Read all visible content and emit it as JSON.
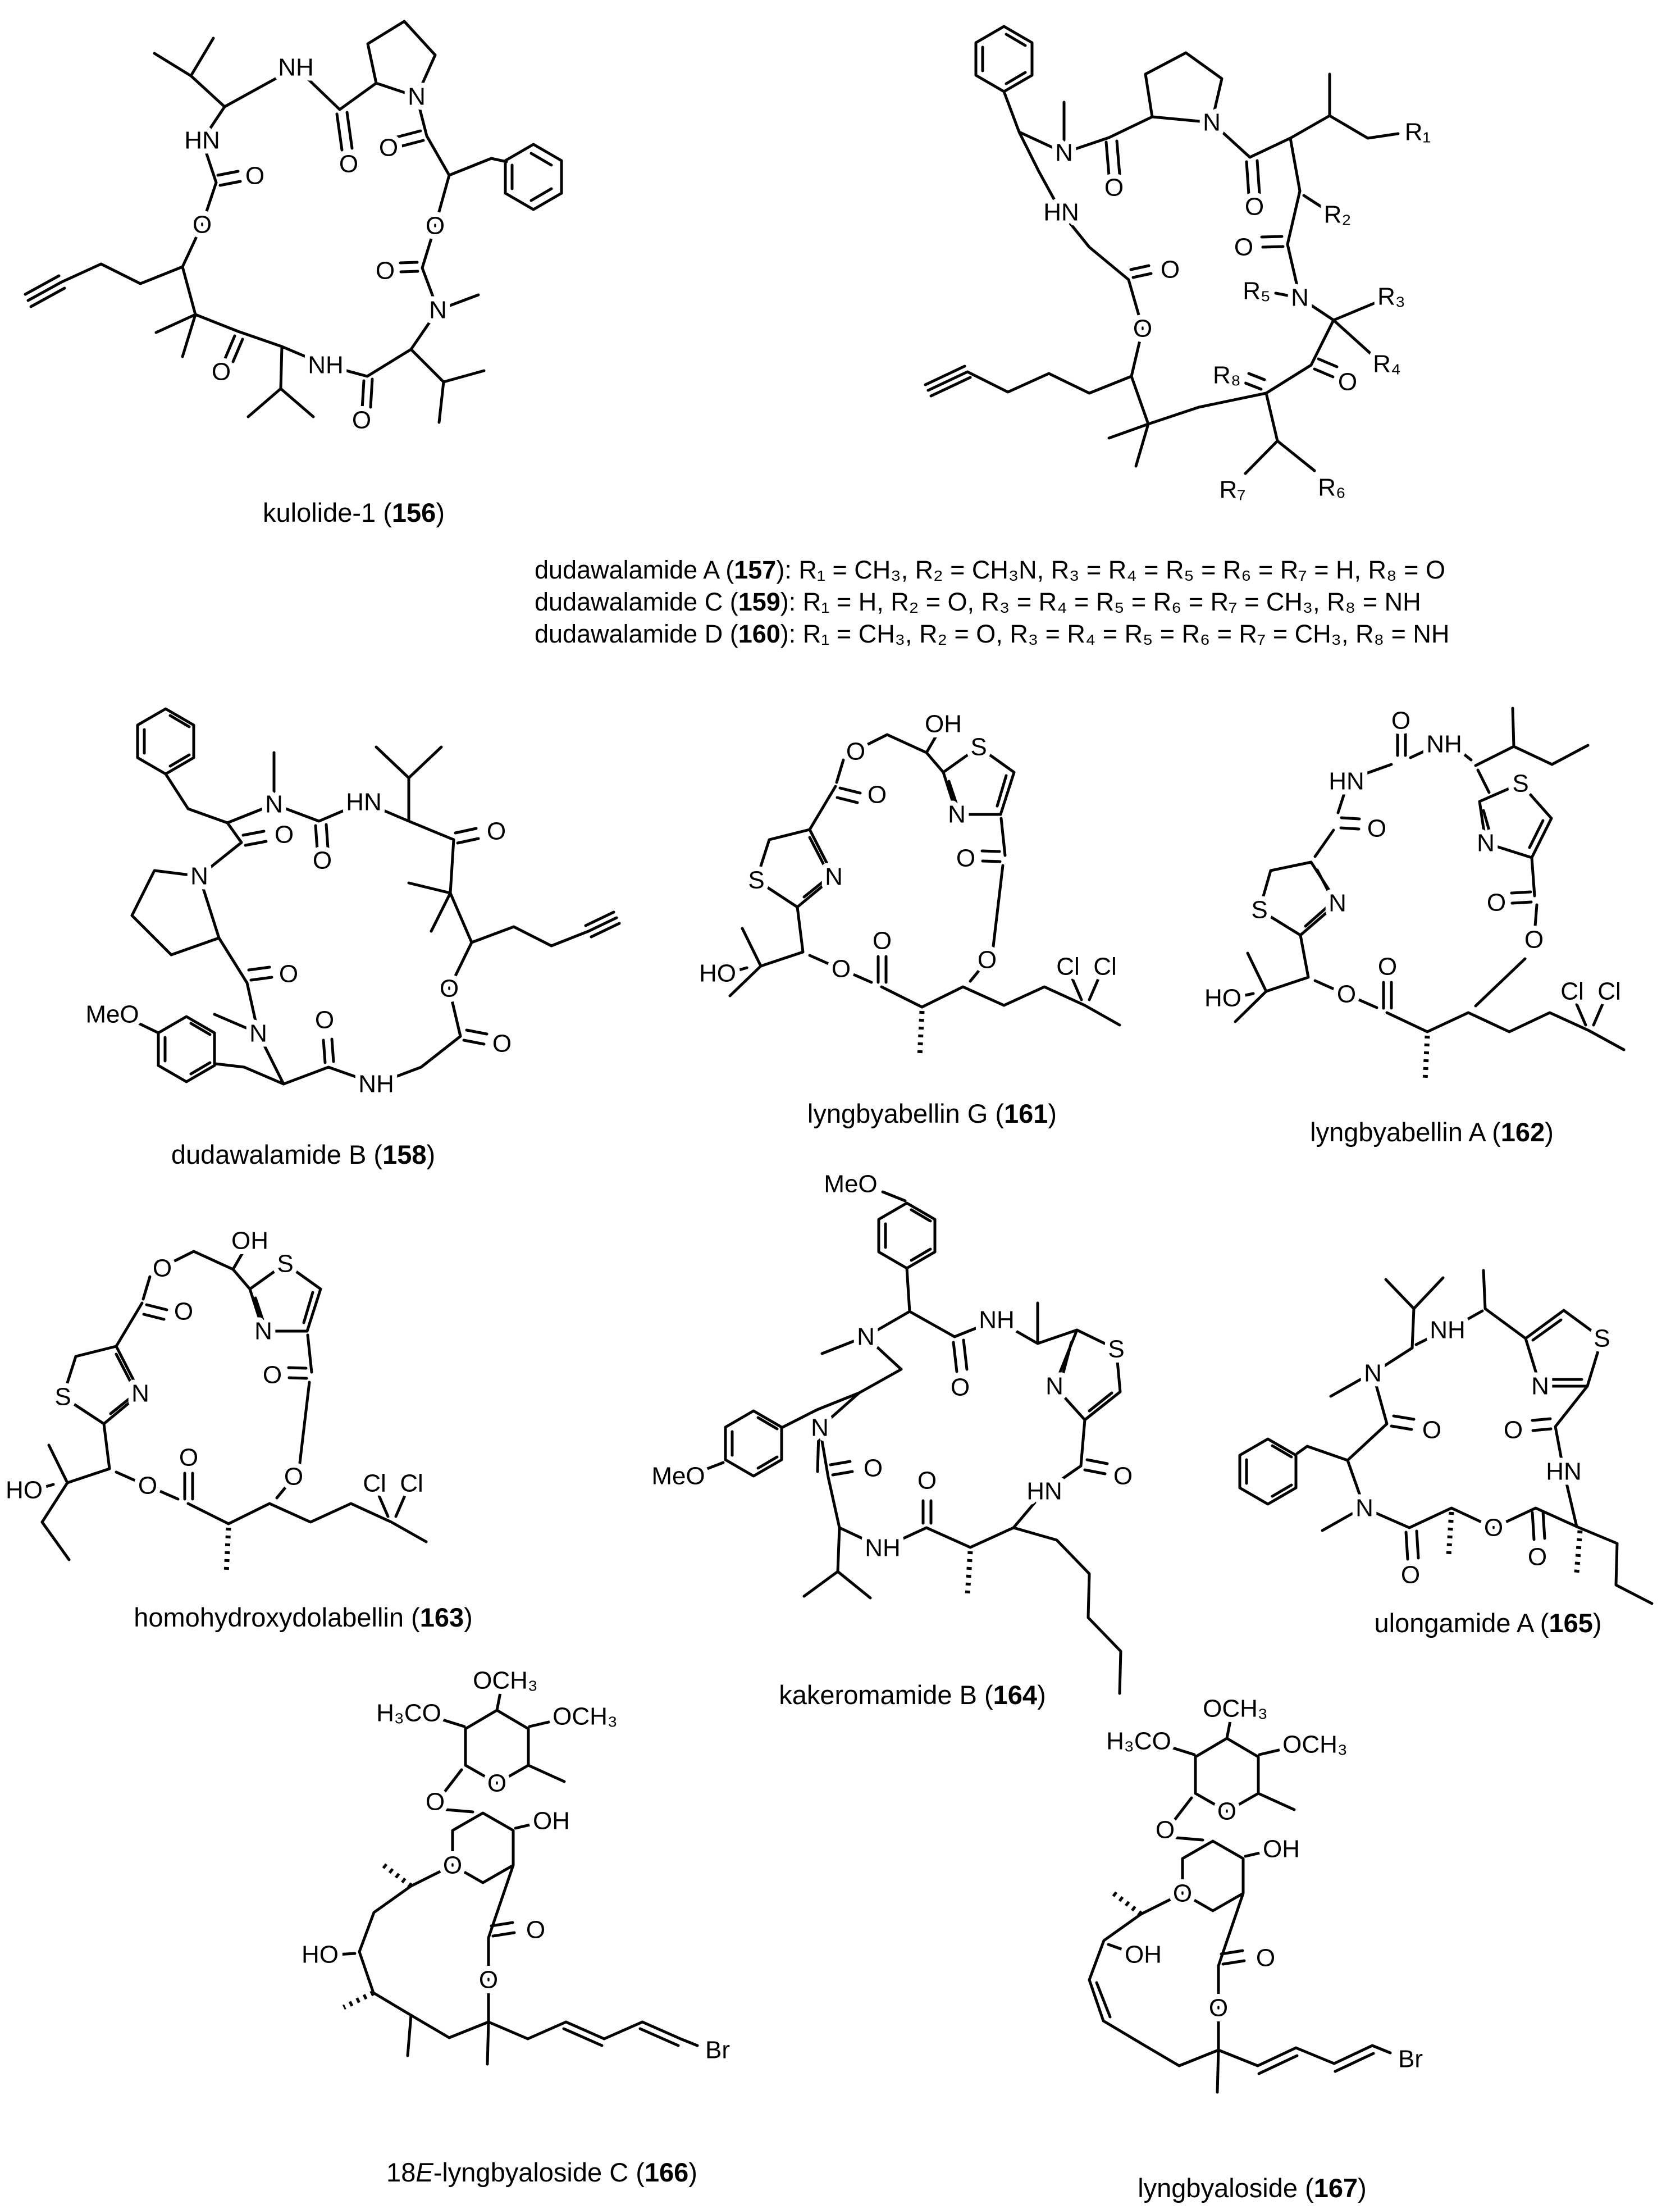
{
  "captions": {
    "c156": {
      "pre": "kulolide-1 (",
      "num": "156",
      "post": ")"
    },
    "c158": {
      "pre": "dudawalamide B (",
      "num": "158",
      "post": ")"
    },
    "c161": {
      "pre": "lyngbyabellin G (",
      "num": "161",
      "post": ")"
    },
    "c162": {
      "pre": "lyngbyabellin A (",
      "num": "162",
      "post": ")"
    },
    "c163": {
      "pre": "homohydroxydolabellin (",
      "num": "163",
      "post": ")"
    },
    "c164": {
      "pre": "kakeromamide B (",
      "num": "164",
      "post": ")"
    },
    "c165": {
      "pre": "ulongamide A (",
      "num": "165",
      "post": ")"
    },
    "c166": {
      "pre": "18",
      "it": "E",
      "mid": "-lyngbyaloside C (",
      "num": "166",
      "post": ")"
    },
    "c167": {
      "pre": "lyngbyaloside (",
      "num": "167",
      "post": ")"
    }
  },
  "rgroups": [
    {
      "pre": "dudawalamide A (",
      "num": "157",
      "post": "): R₁ = CH₃, R₂ = CH₃N, R₃ = R₄ = R₅ = R₆ = R₇ = H, R₈ = O"
    },
    {
      "pre": "dudawalamide C (",
      "num": "159",
      "post": "): R₁ = H, R₂ = O, R₃ = R₄ = R₅ = R₆ = R₇ = CH₃, R₈ = NH"
    },
    {
      "pre": "dudawalamide D (",
      "num": "160",
      "post": "): R₁ = CH₃, R₂ = O, R₃ = R₄ = R₅ = R₆ = R₇ = CH₃, R₈ = NH"
    }
  ],
  "atoms": {
    "m156": [
      "NH",
      "O",
      "N",
      "O",
      "O",
      "O",
      "N",
      "O",
      "NH",
      "O",
      "O",
      "O",
      "HN"
    ],
    "m157": [
      "N",
      "O",
      "N",
      "O",
      "R₁",
      "R₂",
      "O",
      "R₅",
      "N",
      "R₃",
      "R₄",
      "O",
      "R₈",
      "R₆",
      "R₇",
      "O",
      "O",
      "HN"
    ],
    "m158": [
      "N",
      "O",
      "HN",
      "O",
      "O",
      "O",
      "NH",
      "O",
      "N",
      "O",
      "N",
      "O",
      "MeO"
    ],
    "m161": [
      "OH",
      "O",
      "O",
      "S",
      "N",
      "HO",
      "O",
      "O",
      "O",
      "O",
      "S",
      "N",
      "Cl",
      "Cl"
    ],
    "m162": [
      "O",
      "NH",
      "HN",
      "O",
      "S",
      "N",
      "O",
      "O",
      "S",
      "N",
      "HO",
      "O",
      "O",
      "Cl",
      "Cl"
    ],
    "m163": [
      "OH",
      "O",
      "O",
      "S",
      "N",
      "HO",
      "O",
      "O",
      "O",
      "O",
      "S",
      "N",
      "Cl",
      "Cl"
    ],
    "m164": [
      "MeO",
      "NH",
      "S",
      "N",
      "O",
      "HN",
      "O",
      "NH",
      "O",
      "N",
      "N",
      "O",
      "MeO"
    ],
    "m165": [
      "N",
      "O",
      "N",
      "O",
      "O",
      "O",
      "HN",
      "O",
      "N",
      "S",
      "NH"
    ],
    "m166": [
      "OCH₃",
      "H₃CO",
      "OCH₃",
      "O",
      "O",
      "O",
      "OH",
      "HO",
      "O",
      "O",
      "Br"
    ],
    "m167": [
      "OCH₃",
      "H₃CO",
      "OCH₃",
      "O",
      "O",
      "O",
      "OH",
      "OH",
      "O",
      "O",
      "Br"
    ]
  }
}
